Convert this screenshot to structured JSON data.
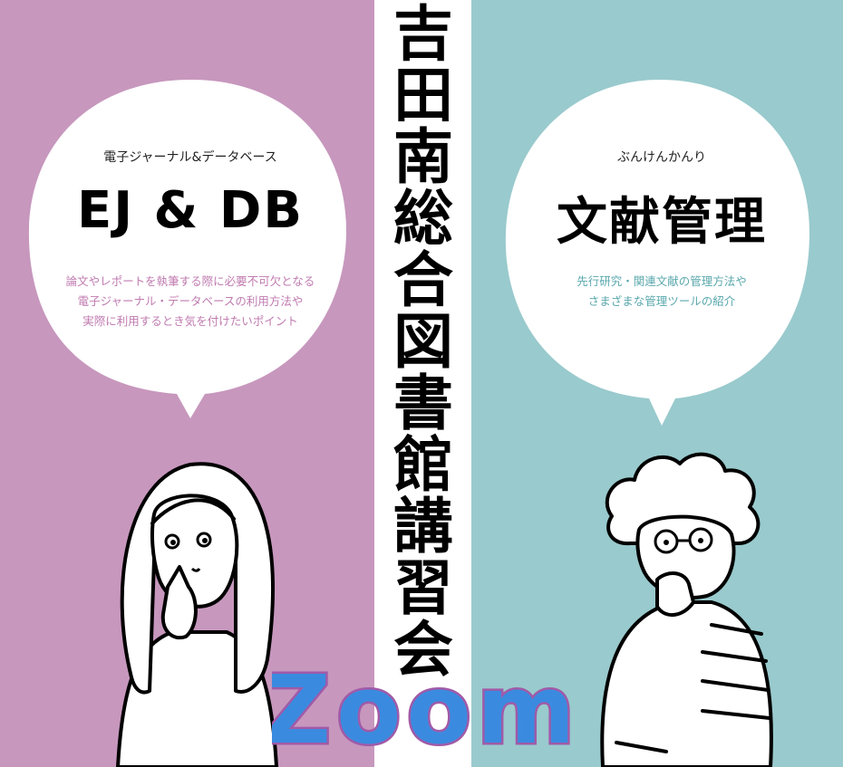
{
  "colors": {
    "left_panel": "#c797bd",
    "right_panel": "#99cacd",
    "left_desc": "#c07bb0",
    "right_desc": "#5aa8ad",
    "zoom_fill": "#3a8be0",
    "zoom_outline": "#a05aa8"
  },
  "left": {
    "subtitle": "電子ジャーナル&データベース",
    "title": "EJ & DB",
    "description": [
      "論文やレポートを執筆する際に必要不可欠となる",
      "電子ジャーナル・データベースの利用方法や",
      "実際に利用するとき気を付けたいポイント"
    ]
  },
  "right": {
    "subtitle": "ぶんけんかんり",
    "title": "文献管理",
    "description": [
      "先行研究・関連文献の管理方法や",
      "さまざまな管理ツールの紹介"
    ]
  },
  "center_title": [
    "吉",
    "田",
    "南",
    "総",
    "合",
    "図",
    "書",
    "館",
    "講",
    "習",
    "会"
  ],
  "zoom_label": "Zoom",
  "icons": [
    "woman-thinking-illustration",
    "man-thinking-illustration",
    "speech-bubble"
  ]
}
